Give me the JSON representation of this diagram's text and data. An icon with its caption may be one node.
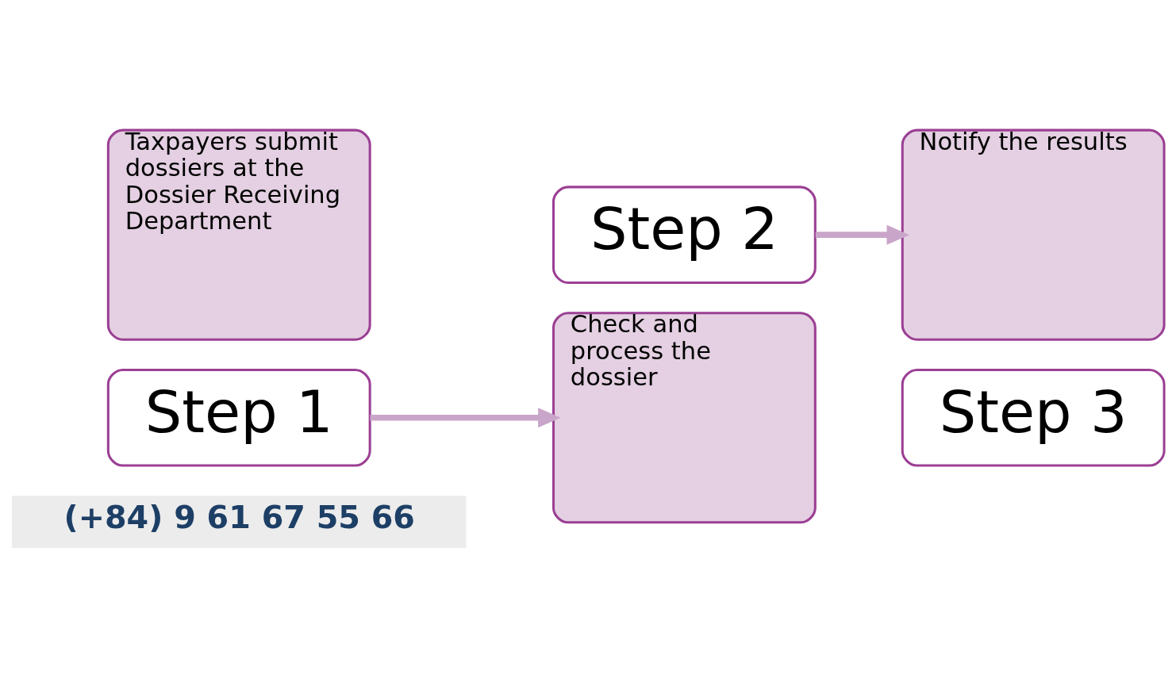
{
  "diagram": {
    "nodes": [
      {
        "text": [
          "Taxpayers submit dossiers at the Dossier Receiving Department"
        ]
      },
      {
        "text": [
          "Step 1"
        ]
      },
      {
        "text": [
          "Check and process the dossier"
        ]
      },
      {
        "text": [
          "Step 2"
        ]
      },
      {
        "text": [
          "Notify the results"
        ]
      },
      {
        "text": [
          "Step 3"
        ]
      }
    ],
    "edges": [
      {
        "from": 1,
        "to": 2,
        "arrow": "to"
      },
      {
        "from": 3,
        "to": 4,
        "arrow": "to"
      }
    ],
    "labels": [
      "(+84) 9 61 67 55 66"
    ]
  }
}
